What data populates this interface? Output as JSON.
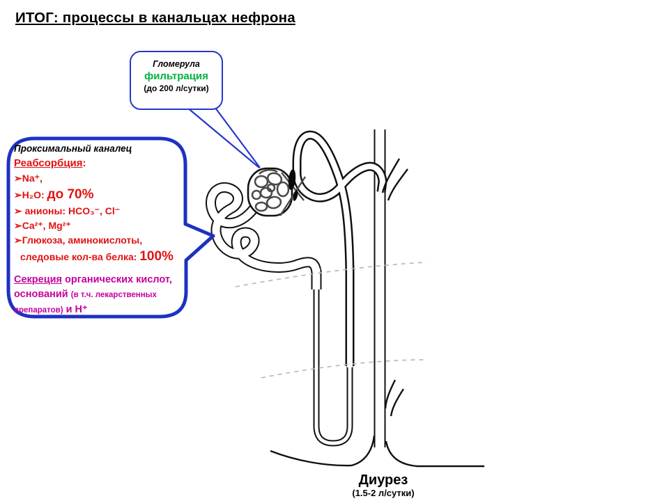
{
  "title": "ИТОГ: процессы в канальцах нефрона",
  "glomerulus_callout": {
    "name": "Гломерула",
    "process": "фильтрация",
    "rate": "(до 200 л/сутки)"
  },
  "proximal_callout": {
    "heading": "Проксимальный каналец",
    "reabsorption": {
      "label": "Реабсорбция",
      "colon": ":"
    },
    "items": [
      {
        "bullet": "➢",
        "text": "Na⁺,"
      },
      {
        "bullet": "➢",
        "text": "H₂O: ",
        "emph": "до 70%"
      },
      {
        "bullet": "➢",
        "text": " анионы: HCO₃⁻, Cl⁻"
      },
      {
        "bullet": "➢",
        "text": "Ca²⁺, Mg²⁺"
      },
      {
        "bullet": "➢",
        "text": "Глюкоза, аминокислоты,"
      },
      {
        "bullet": "",
        "text": "следовые кол-ва белка: ",
        "emph": "100%"
      }
    ],
    "secretion": {
      "label": "Секреция",
      "rest": " органических кислот,",
      "line2_main": "оснований ",
      "line2_small": "(в т.ч. лекарственных",
      "line3_small": "препаратов)",
      "line3_main": " и Н⁺"
    }
  },
  "diuresis": {
    "label": "Диурез",
    "value": "(1.5-2 л/сутки)"
  },
  "colors": {
    "accent_blue": "#2437cd",
    "red": "#e11212",
    "magenta": "#c4009c",
    "green": "#00b33f",
    "line_black": "#111111"
  },
  "icons": {
    "bullet_arrow": "➢",
    "diagram_parts": [
      "glomerulus",
      "proximal-tubule",
      "loop-of-henle",
      "distal-tubule",
      "collecting-duct"
    ]
  }
}
